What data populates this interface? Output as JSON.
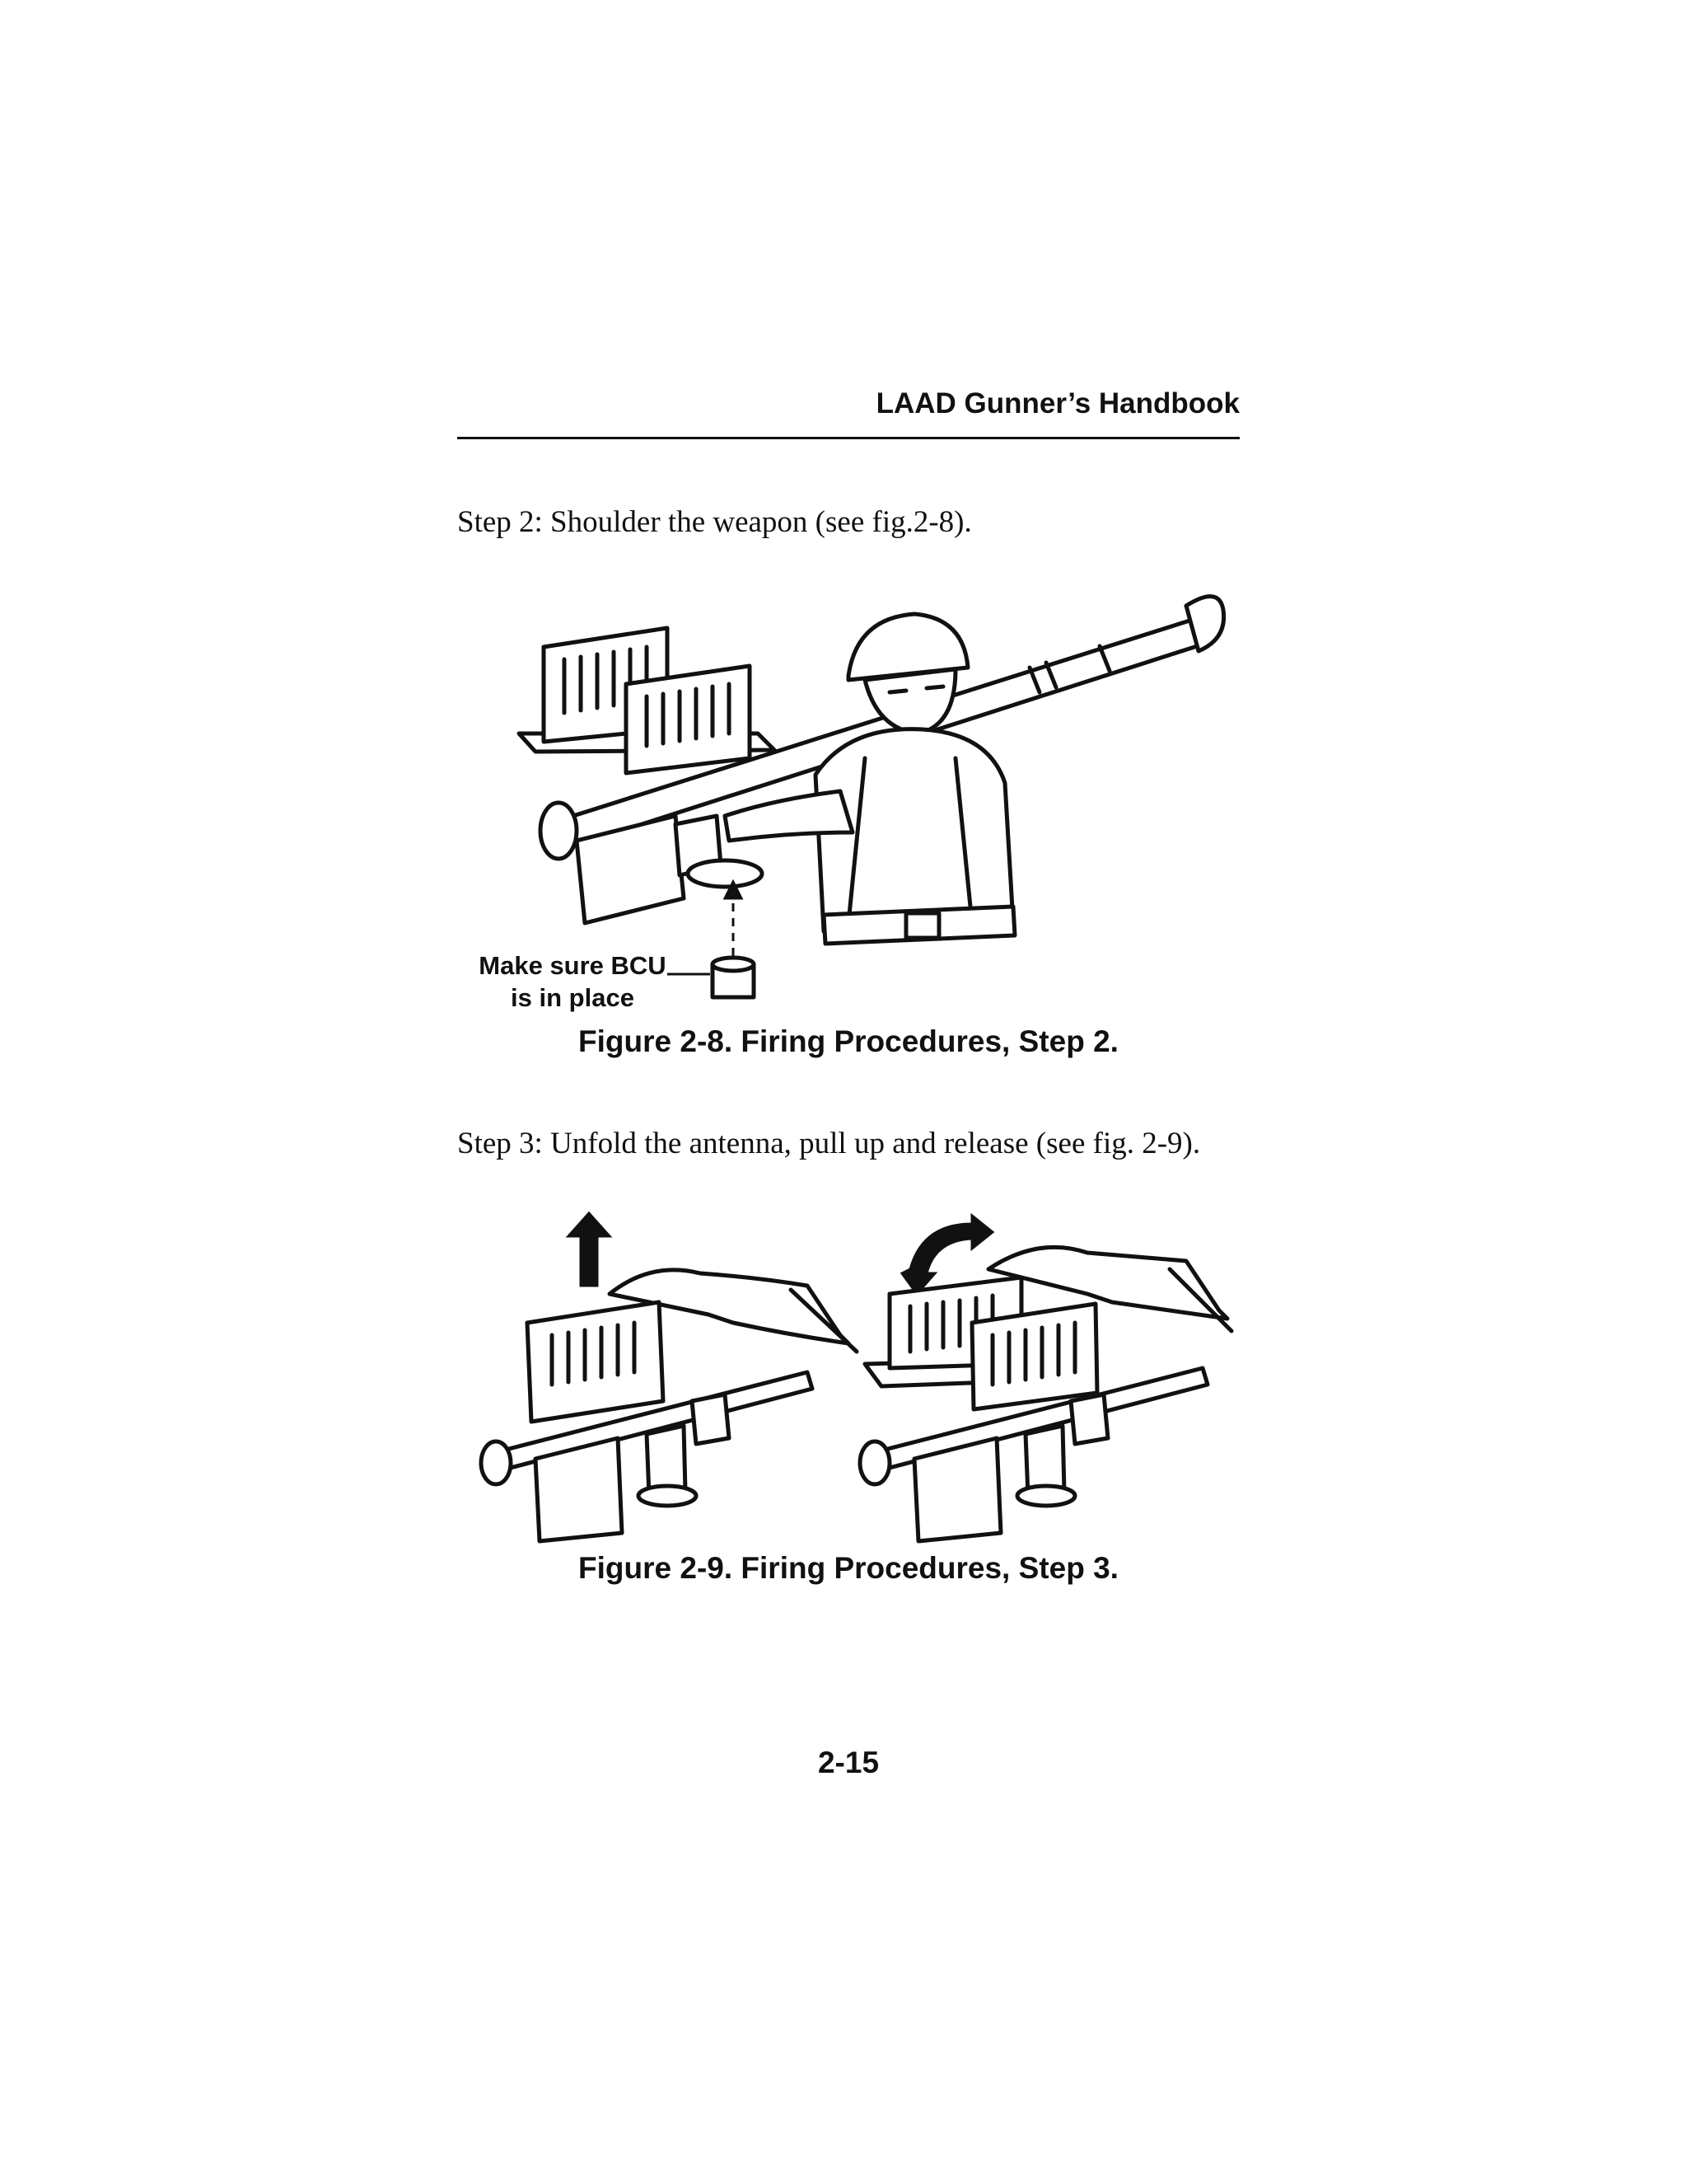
{
  "header": {
    "title": "LAAD Gunner’s Handbook"
  },
  "steps": [
    {
      "text": "Step 2: Shoulder the weapon (see fig.2-8)."
    },
    {
      "text": "Step 3: Unfold the antenna, pull up and release (see fig. 2-9)."
    }
  ],
  "figures": [
    {
      "caption": "Figure 2-8. Firing Procedures, Step 2.",
      "callout": {
        "line1": "Make sure BCU",
        "line2": "is in place"
      }
    },
    {
      "caption": "Figure 2-9. Firing Procedures, Step 3."
    }
  ],
  "footer": {
    "page_number": "2-15"
  }
}
